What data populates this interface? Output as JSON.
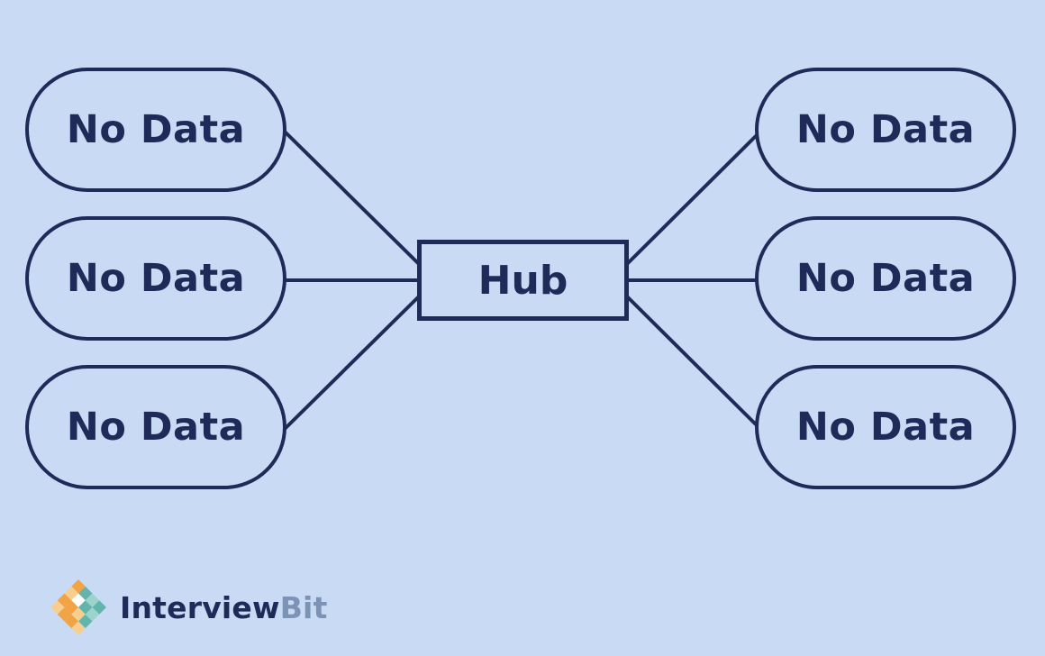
{
  "diagram": {
    "type": "hub-and-spoke",
    "background_color": "#c8daf4",
    "stroke_color": "#1e2b58"
  },
  "hub": {
    "label": "Hub"
  },
  "left_nodes": [
    {
      "label": "No Data"
    },
    {
      "label": "No Data"
    },
    {
      "label": "No Data"
    }
  ],
  "right_nodes": [
    {
      "label": "No Data"
    },
    {
      "label": "No Data"
    },
    {
      "label": "No Data"
    }
  ],
  "logo": {
    "brand_primary": "Interview",
    "brand_secondary": "Bit",
    "colors": {
      "orange": "#f2a444",
      "light_orange": "#f8ce8f",
      "teal": "#63b5ac",
      "light_teal": "#9cd3cd",
      "text_primary": "#1e2b58",
      "text_secondary": "#7d93b5"
    }
  }
}
